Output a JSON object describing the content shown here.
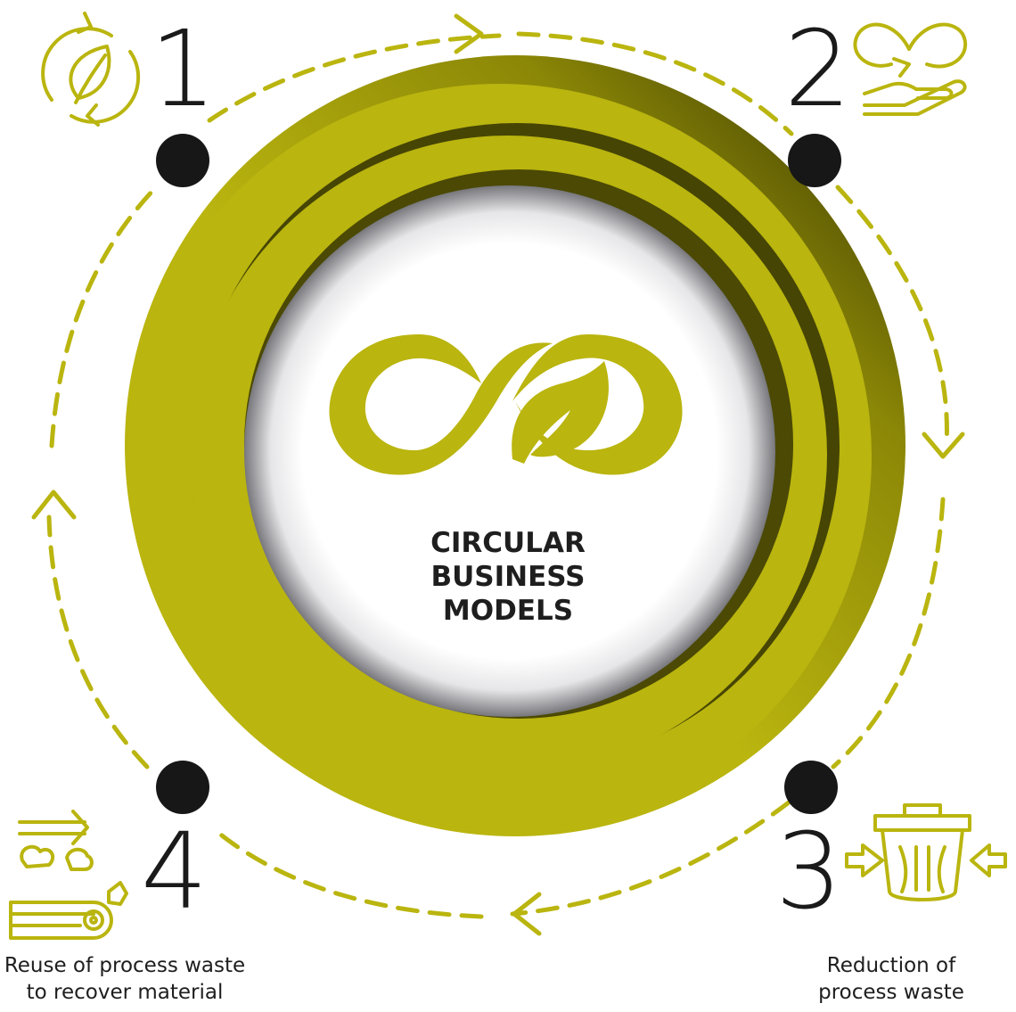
{
  "colors": {
    "olive": "#bab50f",
    "dark_olive": "#5a5706",
    "node": "#171717",
    "text": "#1e1e1e"
  },
  "center": {
    "title_lines": [
      "CIRCULAR",
      "BUSINESS",
      "MODELS"
    ],
    "icon": "infinity-leaf-icon"
  },
  "steps": [
    {
      "number": "1",
      "icon": "leaf-recycle-icon",
      "caption_lines": []
    },
    {
      "number": "2",
      "icon": "hand-infinity-icon",
      "caption_lines": []
    },
    {
      "number": "3",
      "icon": "trash-compress-icon",
      "caption_lines": [
        "Reduction of",
        "process waste"
      ]
    },
    {
      "number": "4",
      "icon": "waste-conveyor-icon",
      "caption_lines": [
        "Reuse of process waste",
        "to recover material"
      ]
    }
  ]
}
